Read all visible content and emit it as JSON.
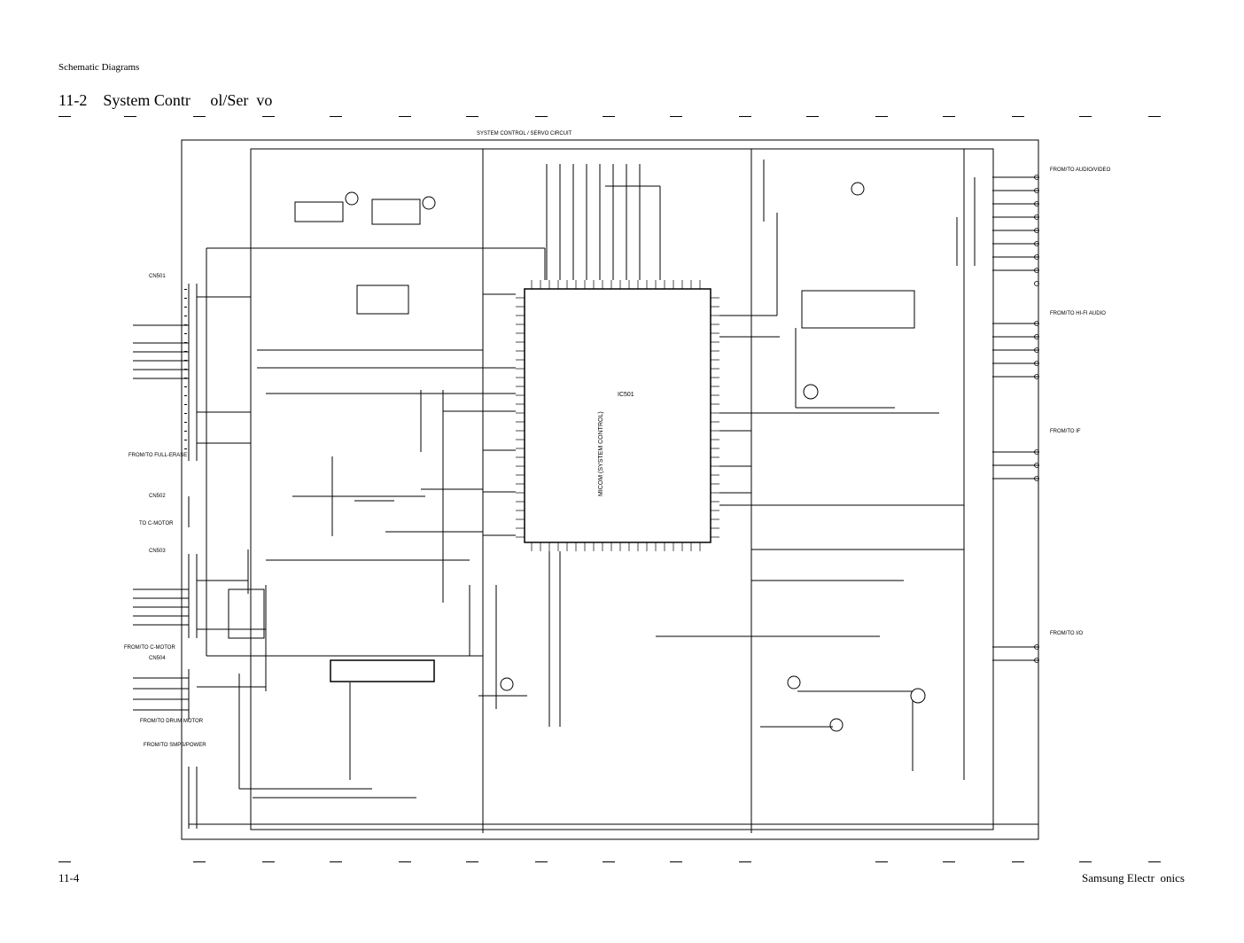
{
  "header": {
    "section_label": "Schematic Diagrams",
    "title": "11-2    System Contr     ol/Ser  vo"
  },
  "schematic": {
    "top_caption": "SYSTEM CONTROL / SERVO CIRCUIT",
    "connectors": {
      "cn501_title": "CN501",
      "cn502_title": "CN502",
      "cn503_title": "CN503",
      "cn504_title": "CN504",
      "fromto_rfswitch": "FROM/TO\nFULL-ERASE",
      "to_capstan": "TO C-MOTOR",
      "fromto_cmotor": "FROM/TO C-MOTOR",
      "fromto_drum": "FROM/TO\nDRUM MOTOR",
      "fromto_smps": "FROM/TO\nSMPS/POWER",
      "fromto_audio_video": "FROM/TO AUDIO/VIDEO",
      "fromto_hifi_audio": "FROM/TO\nHI-FI AUDIO",
      "fromto_if": "FROM/TO\nIF",
      "fromto_io": "FROM/TO I/O"
    },
    "ic_main_label": "IC501",
    "ic_main_part": "MICOM (SYSTEM CONTROL)"
  },
  "footer": {
    "page_number": "11-4",
    "company": "Samsung Electr  onics"
  }
}
